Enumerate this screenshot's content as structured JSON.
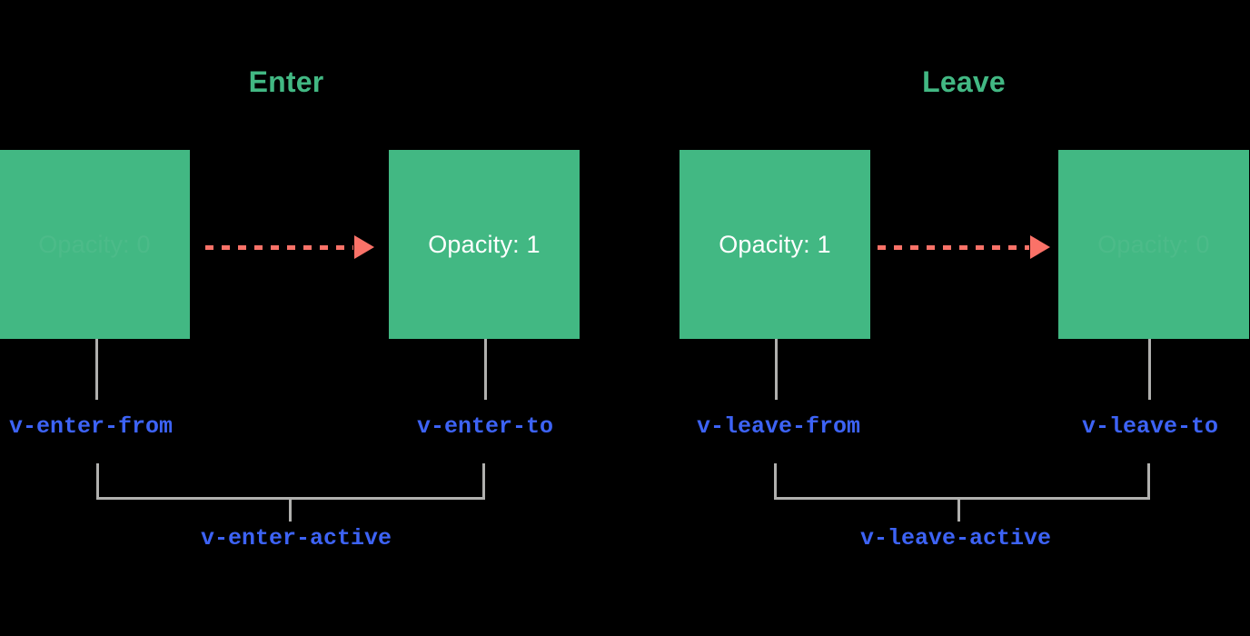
{
  "background_color": "#000000",
  "palette": {
    "box_green": "#42b883",
    "title_green": "#42b883",
    "arrow_salmon": "#fa7268",
    "label_blue": "#3d63f5",
    "connector_gray": "#b0b0ae",
    "box_text_white": "#ffffff"
  },
  "sections": [
    {
      "key": "enter",
      "title": "Enter",
      "boxes": [
        {
          "label": "Opacity: 0",
          "state": "hidden"
        },
        {
          "label": "Opacity: 1",
          "state": "visible"
        }
      ],
      "class_labels": [
        {
          "text": "v-enter-from"
        },
        {
          "text": "v-enter-to"
        }
      ],
      "active_label": "v-enter-active"
    },
    {
      "key": "leave",
      "title": "Leave",
      "boxes": [
        {
          "label": "Opacity: 1",
          "state": "visible"
        },
        {
          "label": "Opacity: 0",
          "state": "hidden"
        }
      ],
      "class_labels": [
        {
          "text": "v-leave-from"
        },
        {
          "text": "v-leave-to"
        }
      ],
      "active_label": "v-leave-active"
    }
  ]
}
